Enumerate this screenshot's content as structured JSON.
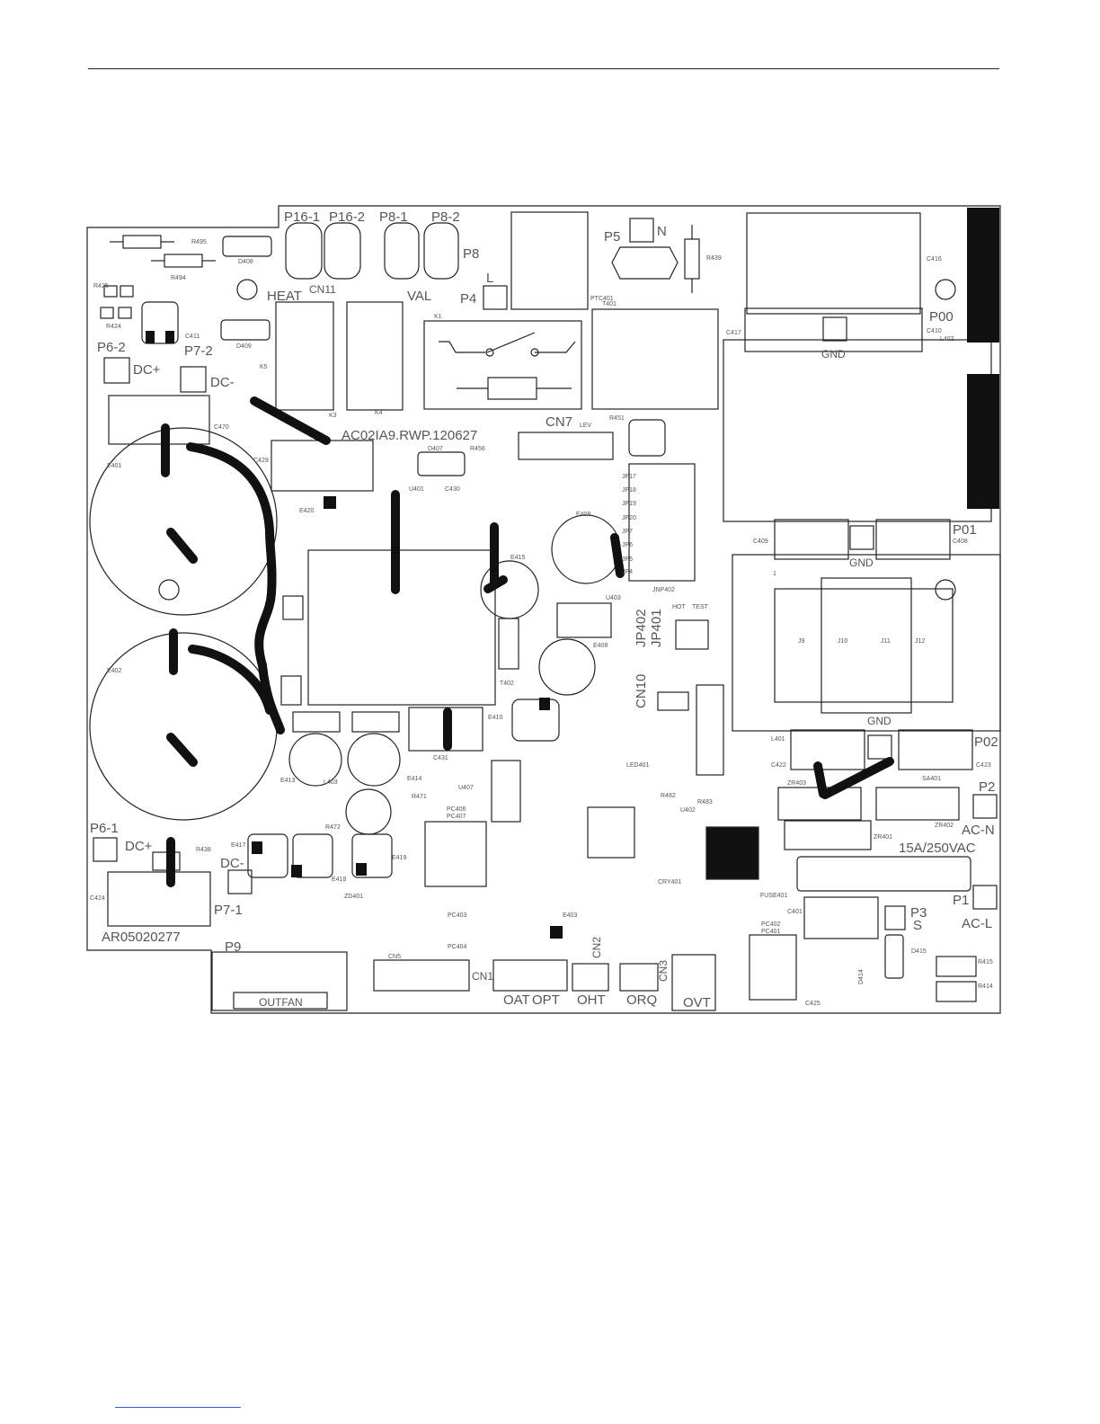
{
  "board": {
    "part_number": "AR05020277",
    "silkscreen": "AC02IA9.RWP.120627",
    "fuse_rating": "15A/250VAC"
  },
  "connectors": {
    "p16_1": "P16-1",
    "p16_2": "P16-2",
    "p8_1": "P8-1",
    "p8_2": "P8-2",
    "p8": "P8",
    "cn11": "CN11",
    "heat": "HEAT",
    "val": "VAL",
    "p4": "P4",
    "l": "L",
    "p5": "P5",
    "n": "N",
    "p00": "P00",
    "p01": "P01",
    "p02": "P02",
    "p1": "P1",
    "p2": "P2",
    "p3": "P3",
    "s": "S",
    "p6_2": "P6-2",
    "p7_2": "P7-2",
    "p6_1": "P6-1",
    "p7_1": "P7-1",
    "p9": "P9",
    "dc_plus_top": "DC+",
    "dc_minus_top": "DC-",
    "dc_plus_bot": "DC+",
    "dc_minus_bot": "DC-",
    "ac_n": "AC-N",
    "ac_l": "AC-L",
    "cn7": "CN7",
    "lev": "LEV",
    "cn10": "CN10",
    "jp402": "JP402",
    "jp401": "JP401",
    "gnd1": "GND",
    "gnd2": "GND",
    "gnd3": "GND",
    "outfan": "OUTFAN",
    "oat": "OAT",
    "opt": "OPT",
    "oht": "OHT",
    "orq": "ORQ",
    "ovt": "OVT",
    "cn1": "CN1",
    "cn2": "CN2",
    "cn3": "CN3",
    "cn5": "CN5"
  },
  "components": {
    "e401": "E401",
    "e402": "E402",
    "e403": "E403",
    "e408": "E408",
    "e409": "E409",
    "e410": "E410",
    "e413": "E413",
    "e414": "E414",
    "e415": "E415",
    "e417": "E417",
    "e418": "E418",
    "e419": "E419",
    "e420": "E420",
    "r495": "R495",
    "r494": "R494",
    "r425": "R425",
    "r424": "R424",
    "r439": "R439",
    "r438": "R438",
    "r456": "R456",
    "r451": "R451",
    "r472": "R472",
    "r471": "R471",
    "r415": "R415",
    "r414": "R414",
    "r482": "R482",
    "r483": "R483",
    "d408": "D408",
    "d409": "D409",
    "d407": "D407",
    "d415": "D415",
    "d414": "D414",
    "c416": "C416",
    "c417": "C417",
    "c410": "C410",
    "c409": "C409",
    "c408": "C408",
    "c470": "C470",
    "c429": "C429",
    "c430": "C430",
    "c431": "C431",
    "c422": "C422",
    "c423": "C423",
    "c424": "C424",
    "c425": "C425",
    "c401": "C401",
    "c411": "C411",
    "k1": "K1",
    "k3": "K3",
    "k4": "K4",
    "k5": "K5",
    "t401": "T401",
    "t402": "T402",
    "l401": "L401",
    "l402": "L402",
    "l403": "L403",
    "u401": "U401",
    "u402": "U402",
    "u403": "U403",
    "u407": "U407",
    "pc401": "PC401",
    "pc402": "PC402",
    "pc403": "PC403",
    "pc404": "PC404",
    "pc406": "PC406",
    "pc407": "PC407",
    "zr401": "ZR401",
    "zr402": "ZR402",
    "zr403": "ZR403",
    "sa401": "SA401",
    "fuse401": "FUSE401",
    "cry401": "CRY401",
    "zd401": "ZD401",
    "j9": "J9",
    "j10": "J10",
    "j11": "J11",
    "j12": "J12",
    "jp4": "JP4",
    "jp5": "JP5",
    "jp6": "JP6",
    "jp7": "JP7",
    "jp17": "JP17",
    "jp18": "JP18",
    "jp19": "JP19",
    "jp20": "JP20",
    "jnp402": "JNP402",
    "test": "TEST",
    "hot": "HOT",
    "led401": "LED401",
    "ptc401": "PTC401",
    "one": "1"
  }
}
